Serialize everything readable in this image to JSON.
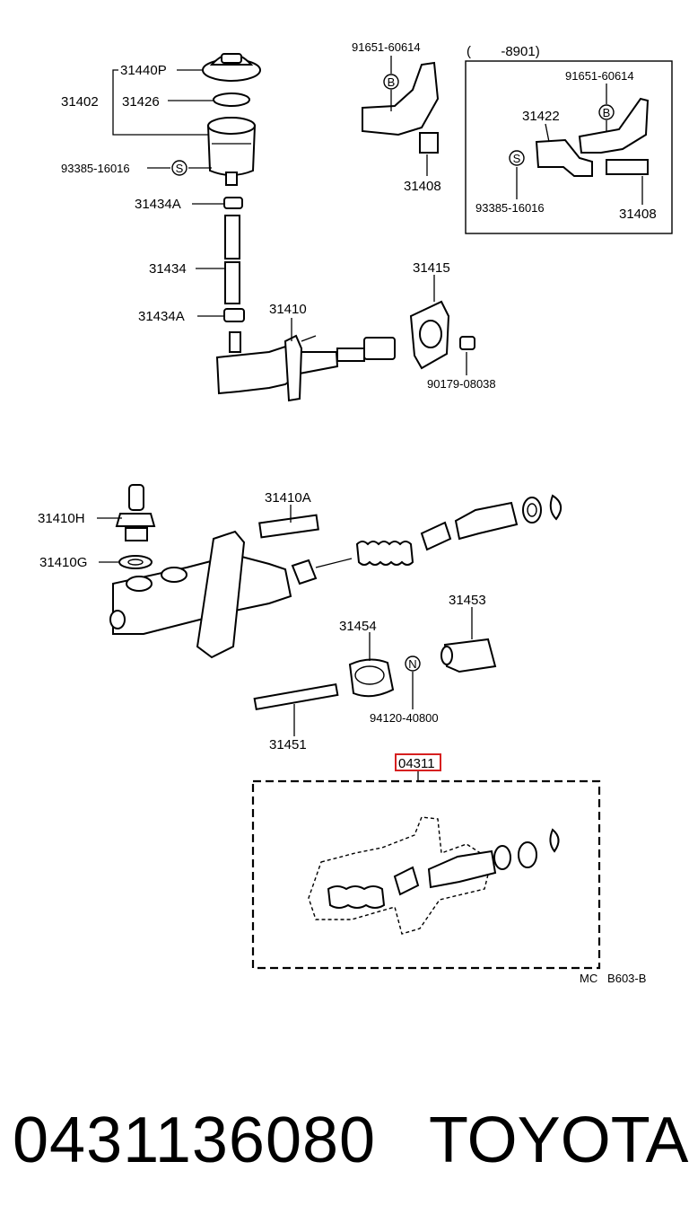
{
  "labels": {
    "p31440P": "31440P",
    "p31402": "31402",
    "p31426": "31426",
    "p93385a": "93385-16016",
    "p31434A_top": "31434A",
    "p31434": "31434",
    "p31434A_bot": "31434A",
    "p31410": "31410",
    "p91651a": "91651-60614",
    "p31408a": "31408",
    "inset_range": "(        -8901)",
    "p91651b": "91651-60614",
    "p31422": "31422",
    "p93385b": "93385-16016",
    "p31408b": "31408",
    "p31415": "31415",
    "p90179": "90179-08038",
    "p31410A": "31410A",
    "p31410H": "31410H",
    "p31410G": "31410G",
    "p31453": "31453",
    "p31454": "31454",
    "p94120": "94120-40800",
    "p31451": "31451",
    "p04311": "04311",
    "ref_code": "MC   B603-B"
  },
  "markers": {
    "b1": "B",
    "s1": "S",
    "b2": "B",
    "s2": "S",
    "n1": "N"
  },
  "footer": {
    "part_number": "0431136080",
    "brand": "TOYOTA"
  },
  "colors": {
    "highlight": "#d62020",
    "ink": "#000000"
  }
}
